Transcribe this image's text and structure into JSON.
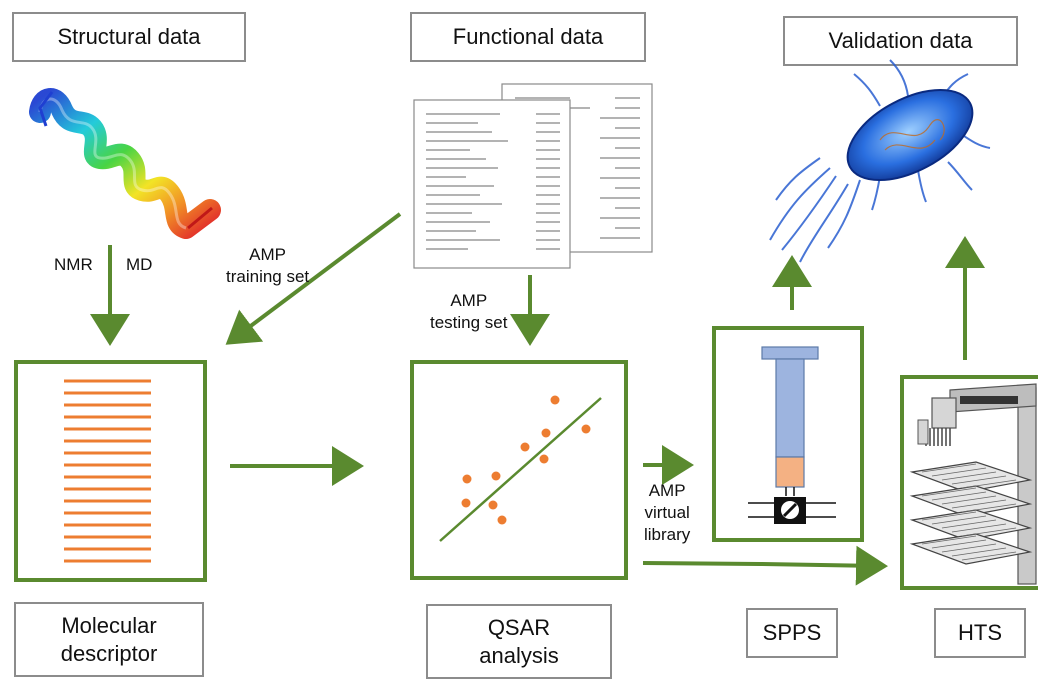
{
  "labels": {
    "structural": "Structural data",
    "functional": "Functional data",
    "validation": "Validation data",
    "molecular_descriptor": "Molecular\ndescriptor",
    "qsar": "QSAR\nanalysis",
    "spps": "SPPS",
    "hts": "HTS"
  },
  "arrow_labels": {
    "nmr": "NMR",
    "md": "MD",
    "training_set": "AMP\ntraining set",
    "testing_set": "AMP\ntesting set",
    "virtual_library": "AMP\nvirtual\nlibrary"
  },
  "colors": {
    "arrow": "#5a8a2f",
    "frame": "#5a8a2f",
    "descriptor_lines": "#ed7d31",
    "scatter_points": "#ed7d31",
    "label_border": "#8c8c8c"
  },
  "icons": {
    "helix": "protein-helix-icon",
    "documents": "data-sheets-icon",
    "bacterium": "bacterium-icon",
    "syringe": "spps-column-icon",
    "robot": "hts-robot-icon"
  }
}
